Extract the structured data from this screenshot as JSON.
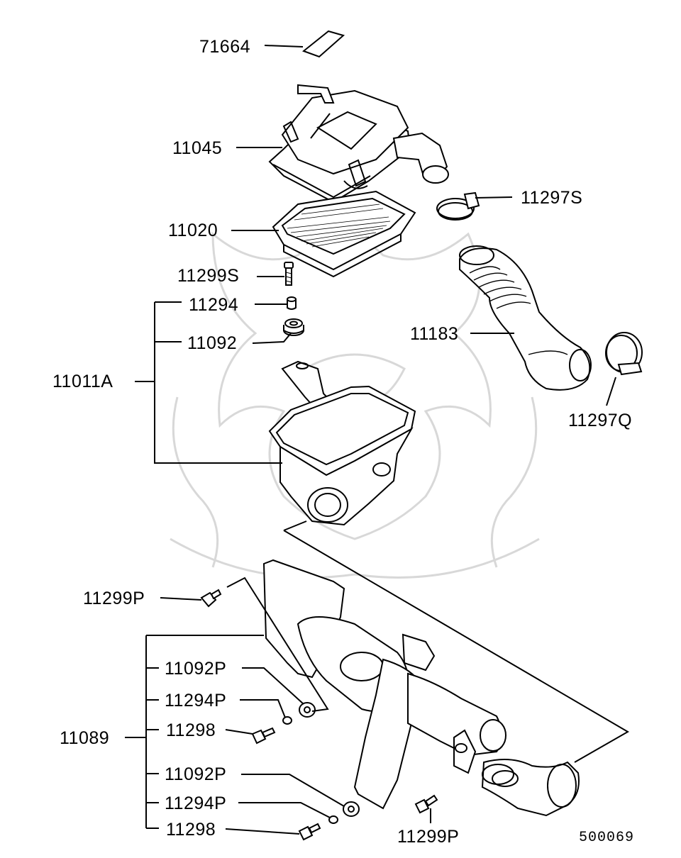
{
  "diagram": {
    "labels": {
      "p71664": "71664",
      "p11045": "11045",
      "p11297S": "11297S",
      "p11020": "11020",
      "p11299S": "11299S",
      "p11294": "11294",
      "p11092": "11092",
      "p11183": "11183",
      "p11011A": "11011A",
      "p11297Q": "11297Q",
      "p11299P_top": "11299P",
      "p11092P_1": "11092P",
      "p11294P_1": "11294P",
      "p11298_1": "11298",
      "p11089": "11089",
      "p11092P_2": "11092P",
      "p11294P_2": "11294P",
      "p11298_2": "11298",
      "p11299P_bottom": "11299P"
    },
    "diagram_code": "500069"
  }
}
